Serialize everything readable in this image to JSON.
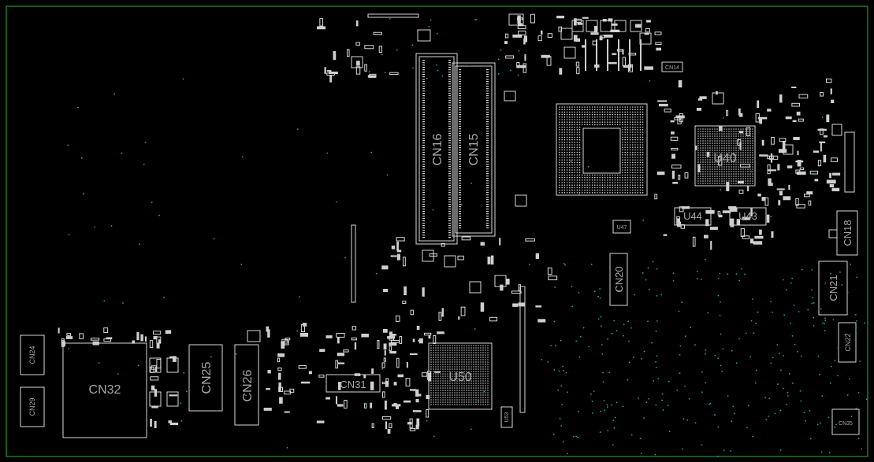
{
  "labels": {
    "cn16": "CN16",
    "cn15": "CN15",
    "u40": "U40",
    "u44": "U44",
    "u43": "U43",
    "cn18": "CN18",
    "cn21": "CN21",
    "cn22": "CN22",
    "cn35": "CN35",
    "cn20": "CN20",
    "u50": "U50",
    "cn31": "CN31",
    "cn32": "CN32",
    "cn24": "CN24",
    "cn29": "CN29",
    "cn25": "CN25",
    "cn26": "CN26",
    "cn14": "CN14",
    "u47": "U47",
    "u53": "U53"
  },
  "colors": {
    "background": "#000000",
    "board_outline": "#1f7a1f",
    "component": "#d9d9d9",
    "pad": "#cfcfcf",
    "via": "#1aa6a6",
    "label": "#a6a6a6"
  }
}
